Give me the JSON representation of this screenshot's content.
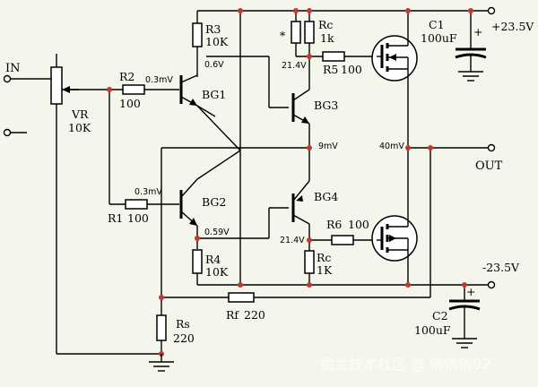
{
  "ports": {
    "in": "IN",
    "out": "OUT",
    "vpos": "+23.5V",
    "vneg": "-23.5V"
  },
  "potentiometer": {
    "name": "VR",
    "value": "10K"
  },
  "resistors": {
    "r2": {
      "name": "R2",
      "value": "100"
    },
    "r1": {
      "name": "R1",
      "value": "100"
    },
    "r3": {
      "name": "R3",
      "value": "10K"
    },
    "r4": {
      "name": "R4",
      "value": "10K"
    },
    "rc_top": {
      "name": "Rc",
      "value": "1k",
      "marker": "*"
    },
    "rc_bot": {
      "name": "Rc",
      "value": "1K"
    },
    "r5": {
      "name": "R5",
      "value": "100"
    },
    "r6": {
      "name": "R6",
      "value": "100"
    },
    "rf": {
      "name": "Rf",
      "value": "220"
    },
    "rs": {
      "name": "Rs",
      "value": "220"
    }
  },
  "transistors": {
    "bg1": "BG1",
    "bg2": "BG2",
    "bg3": "BG3",
    "bg4": "BG4"
  },
  "capacitors": {
    "c1": {
      "name": "C1",
      "value": "100uF"
    },
    "c2": {
      "name": "C2",
      "value": "100uF"
    },
    "plus": "+"
  },
  "voltages": {
    "bg1_base": "0.3mV",
    "bg1_emitter": "0.6V",
    "bg2_base": "0.3mV",
    "bg2_emitter": "0.59V",
    "bg3_base": "21.4V",
    "bg4_base": "21.4V",
    "mid": "9mV",
    "out": "40mV"
  },
  "watermark": "掘金技术社区 @ 依依依92"
}
